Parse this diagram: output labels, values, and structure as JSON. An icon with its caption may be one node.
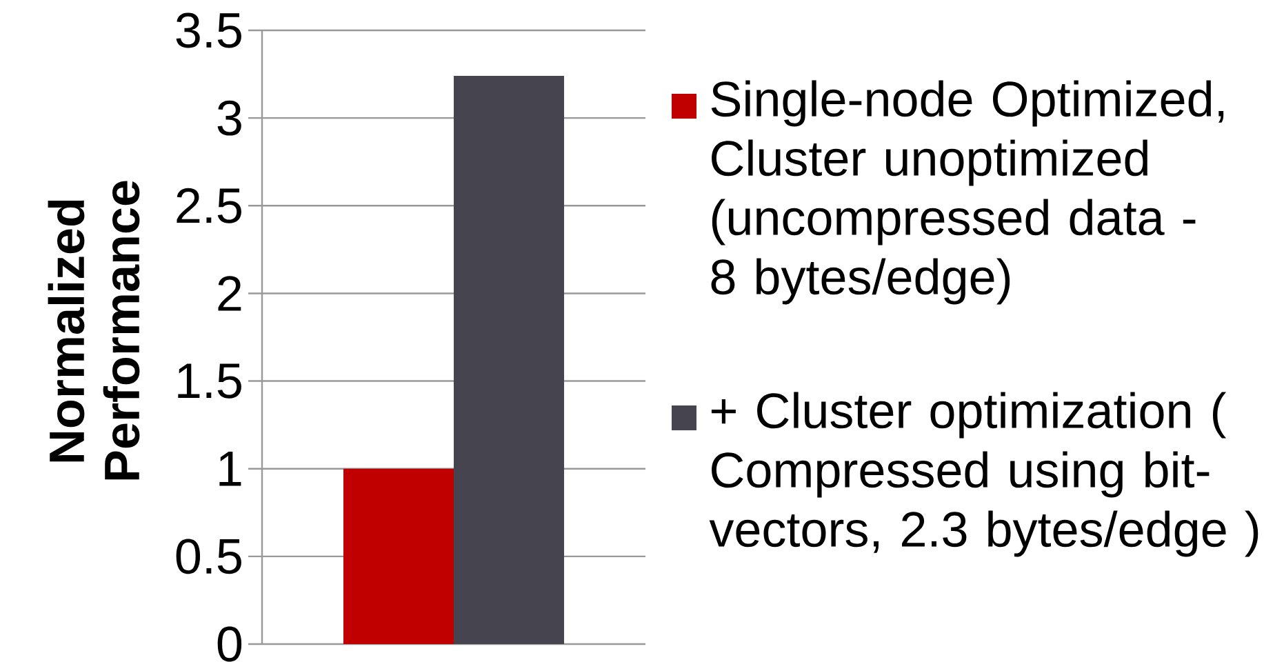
{
  "diagram": {
    "chart_data": {
      "type": "bar",
      "ylabel": "Normalized Performance",
      "categories": [
        null
      ],
      "ylim": [
        0,
        3.5
      ],
      "yticks": [
        0,
        0.5,
        1,
        1.5,
        2,
        2.5,
        3,
        3.5
      ],
      "grid": true,
      "legend": "right",
      "series": [
        {
          "name": "Single-node Optimized, Cluster unoptimized (uncompressed data - 8 bytes/edge)",
          "color": "#c00000",
          "values": [
            1
          ]
        },
        {
          "name": "+ Cluster optimization ( Compressed using bit-vectors, 2.3 bytes/edge )",
          "color": "#46454f",
          "values": [
            3.24
          ]
        }
      ]
    }
  }
}
